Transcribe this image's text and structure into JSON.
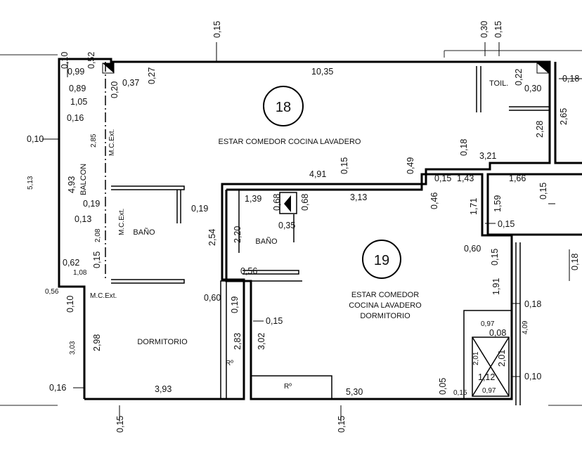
{
  "units": [
    {
      "number": "18",
      "room_label": "ESTAR COMEDOR COCINA LAVADERO"
    },
    {
      "number": "19",
      "room_lines": [
        "ESTAR COMEDOR",
        "COCINA LAVADERO",
        "DORMITORIO"
      ]
    }
  ],
  "rooms": {
    "bano_1": "BAÑO",
    "bano_2": "BAÑO",
    "dormitorio": "DORMITORIO",
    "balcon": "BALCON",
    "toil": "TOIL.",
    "mc_ext_1": "M.C.Ext.",
    "mc_ext_2": "M.C.Ext.",
    "mc_ext_3": "M.C.Ext.",
    "ro_1": "Rº",
    "ro_2": "Rº"
  },
  "dims": {
    "d_0_15_top": "0,15",
    "d_0_30_top": "0,30",
    "d_0_15_top2": "0,15",
    "d_0_10_a": "0,10",
    "d_0_52": "0,52",
    "d_0_99": "0,99",
    "d_10_35": "10,35",
    "d_0_22": "0,22",
    "d_0_18_r": "0,18",
    "d_0_89": "0,89",
    "d_0_20": "0,20",
    "d_0_37": "0,37",
    "d_0_27": "0,27",
    "d_0_30_r": "0,30",
    "d_1_05": "1,05",
    "d_0_16_a": "0,16",
    "d_2_85": "2,85",
    "d_2_28": "2,28",
    "d_2_65": "2,65",
    "d_0_10_b": "0,10",
    "d_0_18_c": "0,18",
    "d_3_21": "3,21",
    "d_0_49": "0,49",
    "d_4_93": "4,93",
    "d_5_13": "5,13",
    "d_4_91": "4,91",
    "d_0_15_c": "0,15",
    "d_0_15_d": "0,15",
    "d_1_43": "1,43",
    "d_1_66": "1,66",
    "d_0_15_e": "0,15",
    "d_0_19_a": "0,19",
    "d_1_39": "1,39",
    "d_0_68_a": "0,68",
    "d_0_68_b": "0,68",
    "d_3_13": "3,13",
    "d_0_46": "0,46",
    "d_1_71": "1,71",
    "d_1_59": "1,59",
    "d_0_19_b": "0,19",
    "d_0_13": "0,13",
    "d_0_35": "0,35",
    "d_0_15_f": "0,15",
    "d_2_54": "2,54",
    "d_2_20": "2,20",
    "d_2_08": "2,08",
    "d_0_60_a": "0,60",
    "d_0_15_g": "0,15",
    "d_0_18_d": "0,18",
    "d_0_15_h": "0,15",
    "d_0_62": "0,62",
    "d_1_08": "1,08",
    "d_0_56_a": "0,56",
    "d_0_56_b": "0,56",
    "d_0_10_c": "0,10",
    "d_0_60_b": "0,60",
    "d_0_19_c": "0,19",
    "d_1_91": "1,91",
    "d_0_18_e": "0,18",
    "d_0_15_i": "0,15",
    "d_0_97_a": "0,97",
    "d_0_08": "0,08",
    "d_4_09": "4,09",
    "d_2_98": "2,98",
    "d_3_03": "3,03",
    "d_2_83": "2,83",
    "d_3_02": "3,02",
    "d_2_01_a": "2,01",
    "d_2_01_b": "2,01",
    "d_1_12": "1,12",
    "d_0_10_d": "0,10",
    "d_0_16_b": "0,16",
    "d_3_93": "3,93",
    "d_5_30": "5,30",
    "d_0_05": "0,05",
    "d_0_15_j": "0,15",
    "d_0_97_b": "0,97",
    "d_0_15_bot1": "0,15",
    "d_0_15_bot2": "0,15"
  }
}
